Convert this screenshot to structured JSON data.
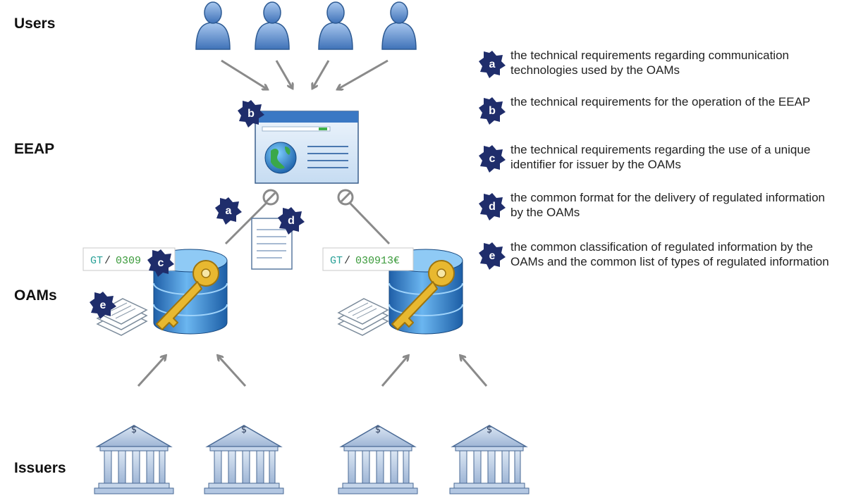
{
  "tiers": {
    "users": "Users",
    "eeap": "EEAP",
    "oams": "OAMs",
    "issuers": "Issuers"
  },
  "badges": {
    "a": "a",
    "b": "b",
    "c": "c",
    "d": "d",
    "e": "e"
  },
  "codes": {
    "left_prefix": "GT",
    "left_slash": "/",
    "left_number": "0309",
    "right_prefix": "GT",
    "right_slash": "/",
    "right_number": "030913€"
  },
  "bank_symbol": "$",
  "legend": [
    {
      "letter": "a",
      "text": "the technical requirements regarding communication  technologies used by the OAMs"
    },
    {
      "letter": "b",
      "text": "the technical requirements for the operation of the EEAP"
    },
    {
      "letter": "c",
      "text": "the technical requirements regarding the use of a unique  identifier for issuer by the OAMs"
    },
    {
      "letter": "d",
      "text": "the common format for the delivery of regulated information by the OAMs"
    },
    {
      "letter": "e",
      "text": "the common classification of regulated information by the OAMs and the common list of types of regulated information"
    }
  ],
  "colors": {
    "badge": "#1f2d6b",
    "arrow": "#8a8a8a",
    "user_blue": "#5b8ccf",
    "db_blue": "#2a7fd0",
    "key_gold": "#e8b830",
    "bank_blue": "#b8cce4",
    "code_teal": "#2aa198",
    "code_green": "#3a9a3a"
  },
  "icons": [
    "user-icon",
    "browser-window-icon",
    "globe-icon",
    "database-icon",
    "key-icon",
    "document-icon",
    "papers-icon",
    "bank-icon",
    "disconnect-icon"
  ]
}
